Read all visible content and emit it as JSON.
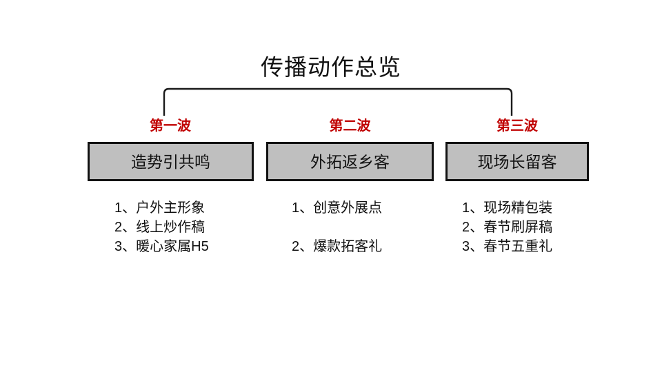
{
  "slide": {
    "title": "传播动作总览",
    "background_color": "#ffffff",
    "accent_color": "#c00000",
    "box_fill_color": "#bfbfbf",
    "box_border_color": "#121212"
  },
  "bracket": {
    "name": "horizontal-bracket"
  },
  "columns": [
    {
      "wave_label": "第一波",
      "box_text": "造势引共鸣",
      "items": [
        {
          "index": "1、",
          "text": "户外主形象"
        },
        {
          "index": "2、",
          "text": "线上炒作稿"
        },
        {
          "index": "3、",
          "text": "暖心家属H5"
        }
      ]
    },
    {
      "wave_label": "第二波",
      "box_text": "外拓返乡客",
      "items": [
        {
          "index": "1、",
          "text": "创意外展点"
        },
        {
          "index": "",
          "text": ""
        },
        {
          "index": "2、",
          "text": "爆款拓客礼"
        }
      ]
    },
    {
      "wave_label": "第三波",
      "box_text": "现场长留客",
      "items": [
        {
          "index": "1、",
          "text": "现场精包装"
        },
        {
          "index": "2、",
          "text": "春节刷屏稿"
        },
        {
          "index": "3、",
          "text": "春节五重礼"
        }
      ]
    }
  ]
}
